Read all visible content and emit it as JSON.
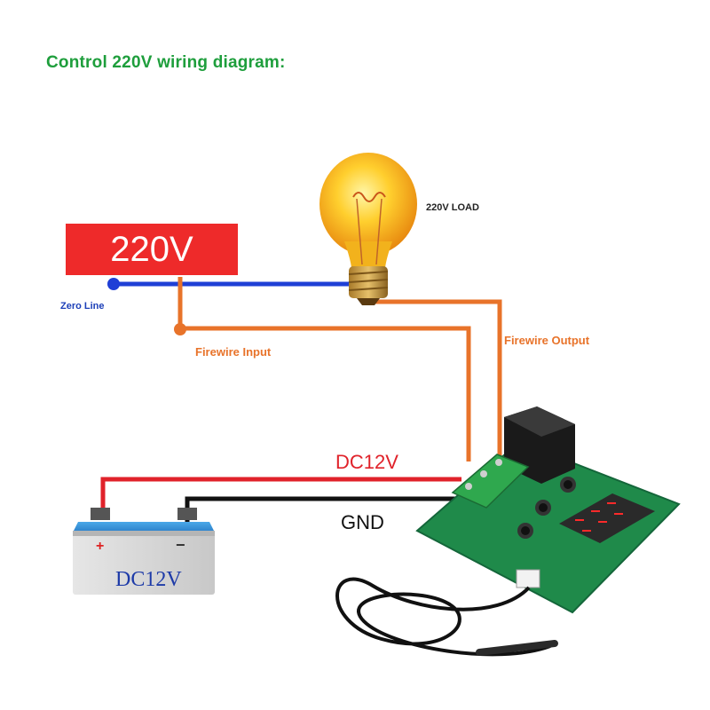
{
  "diagram": {
    "title": "Control 220V wiring diagram:",
    "source_label": "220V",
    "load_label": "220V LOAD",
    "zero_line_label": "Zero Line",
    "firewire_input_label": "Firewire Input",
    "firewire_output_label": "Firewire Output",
    "dc_label": "DC12V",
    "gnd_label": "GND",
    "battery": {
      "label": "DC12V",
      "plus": "+",
      "minus": "−"
    }
  },
  "colors": {
    "title_green": "#1e9e3c",
    "source_red": "#ee2a2a",
    "zero_wire_blue": "#1f3fd6",
    "fire_wire_orange": "#e8732a",
    "dc_wire_red": "#e0222a",
    "gnd_wire_black": "#111111",
    "pcb_green": "#1f8a4a"
  }
}
